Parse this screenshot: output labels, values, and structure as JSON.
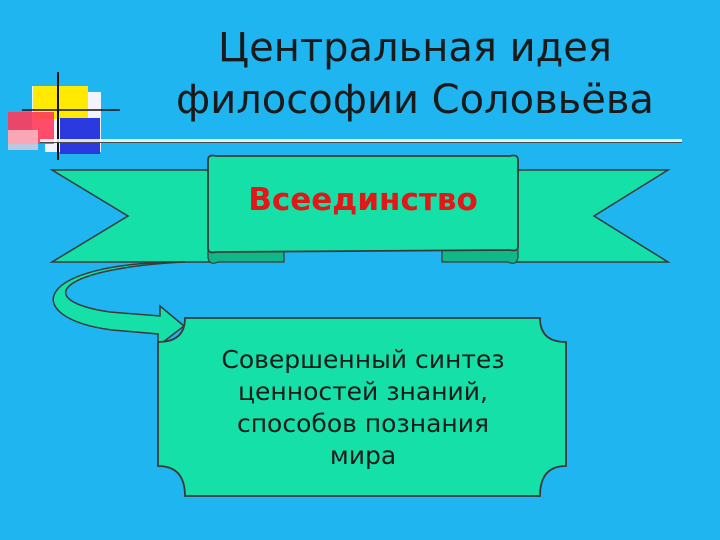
{
  "slide": {
    "title_line1": "Центральная идея",
    "title_line2": "философии Соловьёва",
    "banner_text": "Всеединство",
    "scroll_lines": [
      "Совершенный синтез",
      "ценностей знаний,",
      "способов познания",
      "мира"
    ]
  },
  "colors": {
    "background": "#1fb5f0",
    "shape_fill": "#14e0a8",
    "banner_text": "#e01818",
    "deco_yellow": "#ffea00",
    "deco_red": "#ff3a5a",
    "deco_blue": "#2a3ae0"
  }
}
